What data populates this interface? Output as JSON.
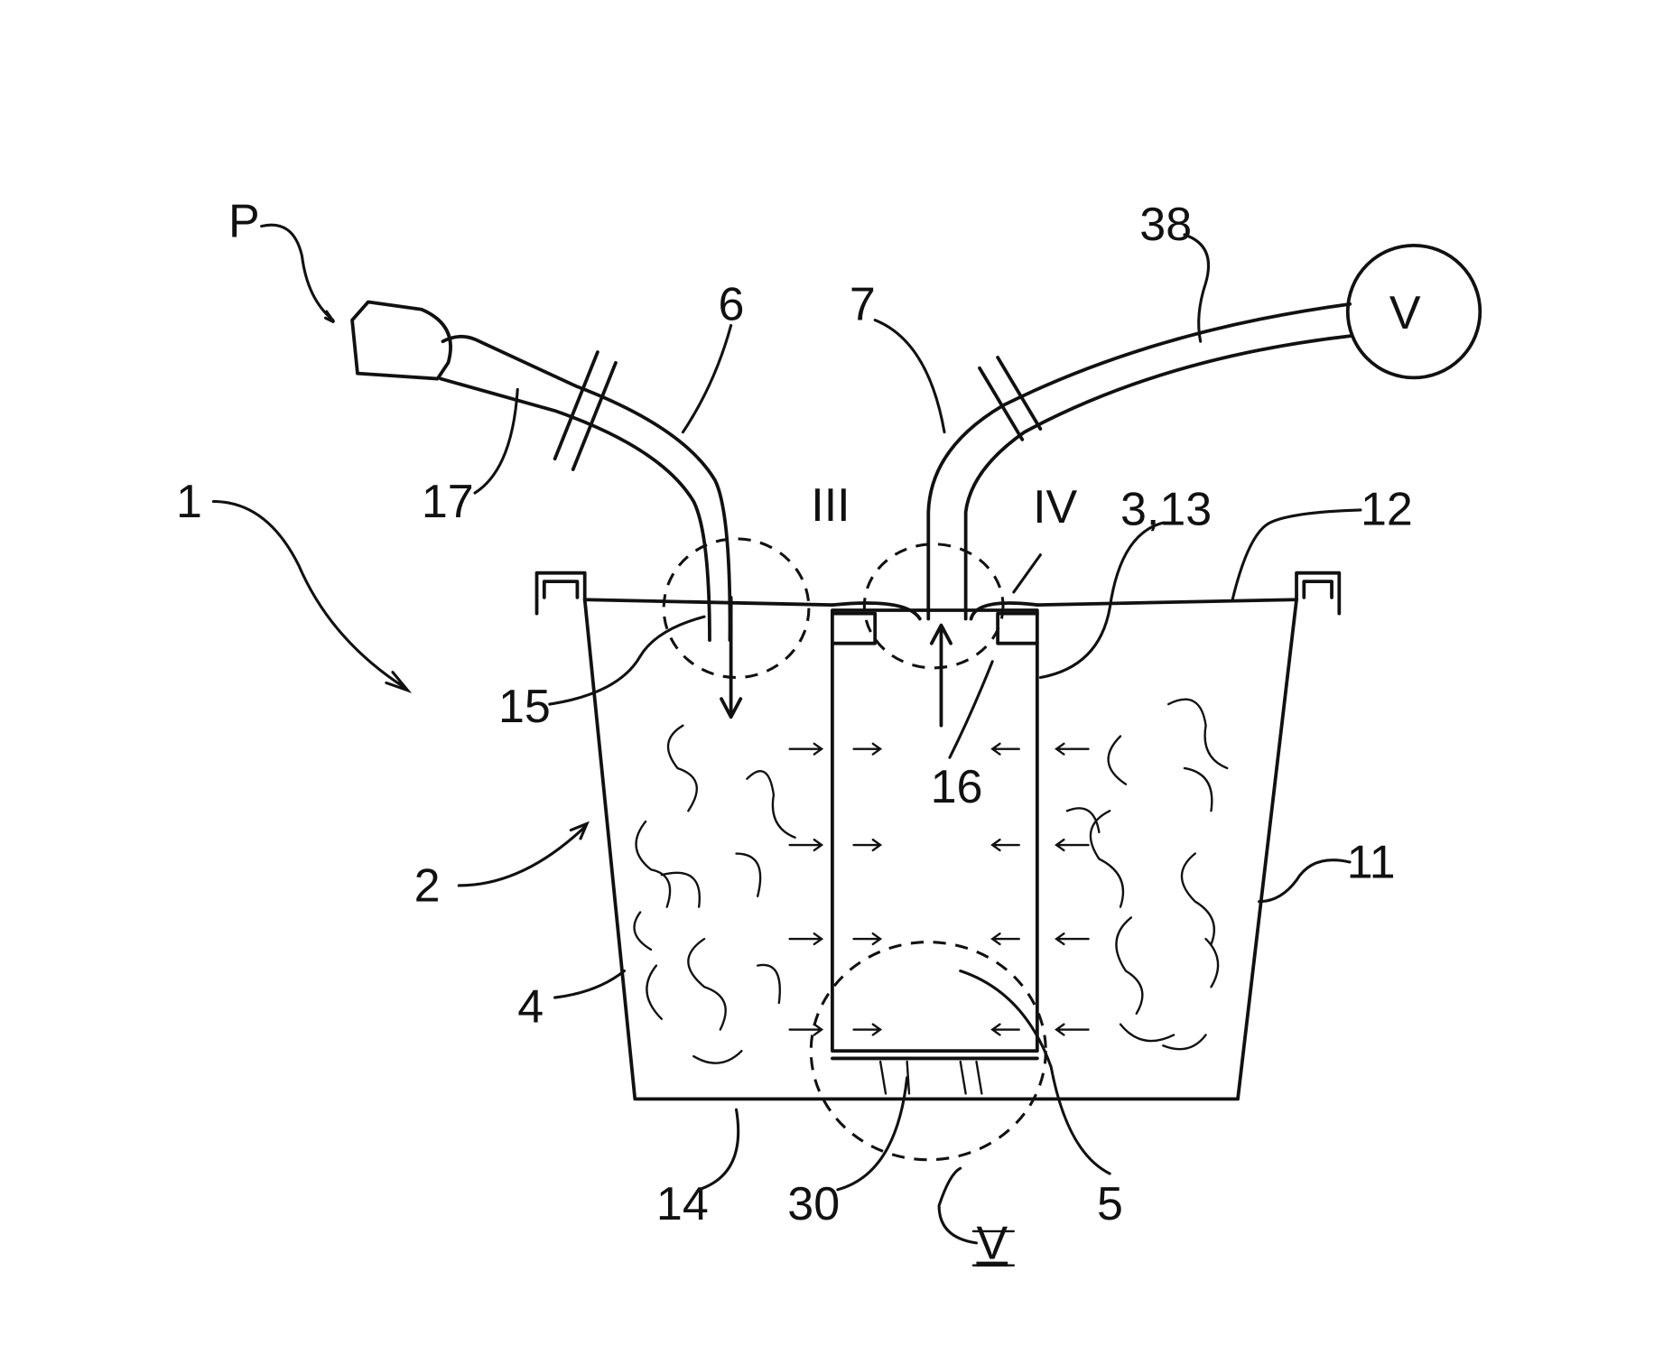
{
  "figure": {
    "labels": {
      "P": "P",
      "l6": "6",
      "l7": "7",
      "l38": "38",
      "V_device": "V",
      "l17": "17",
      "l1": "1",
      "III": "III",
      "IV": "IV",
      "l3_13": "3,13",
      "l12": "12",
      "l15": "15",
      "l16": "16",
      "l2": "2",
      "l11": "11",
      "l4": "4",
      "l14": "14",
      "l30": "30",
      "l5": "5",
      "V_detail": "V"
    }
  }
}
